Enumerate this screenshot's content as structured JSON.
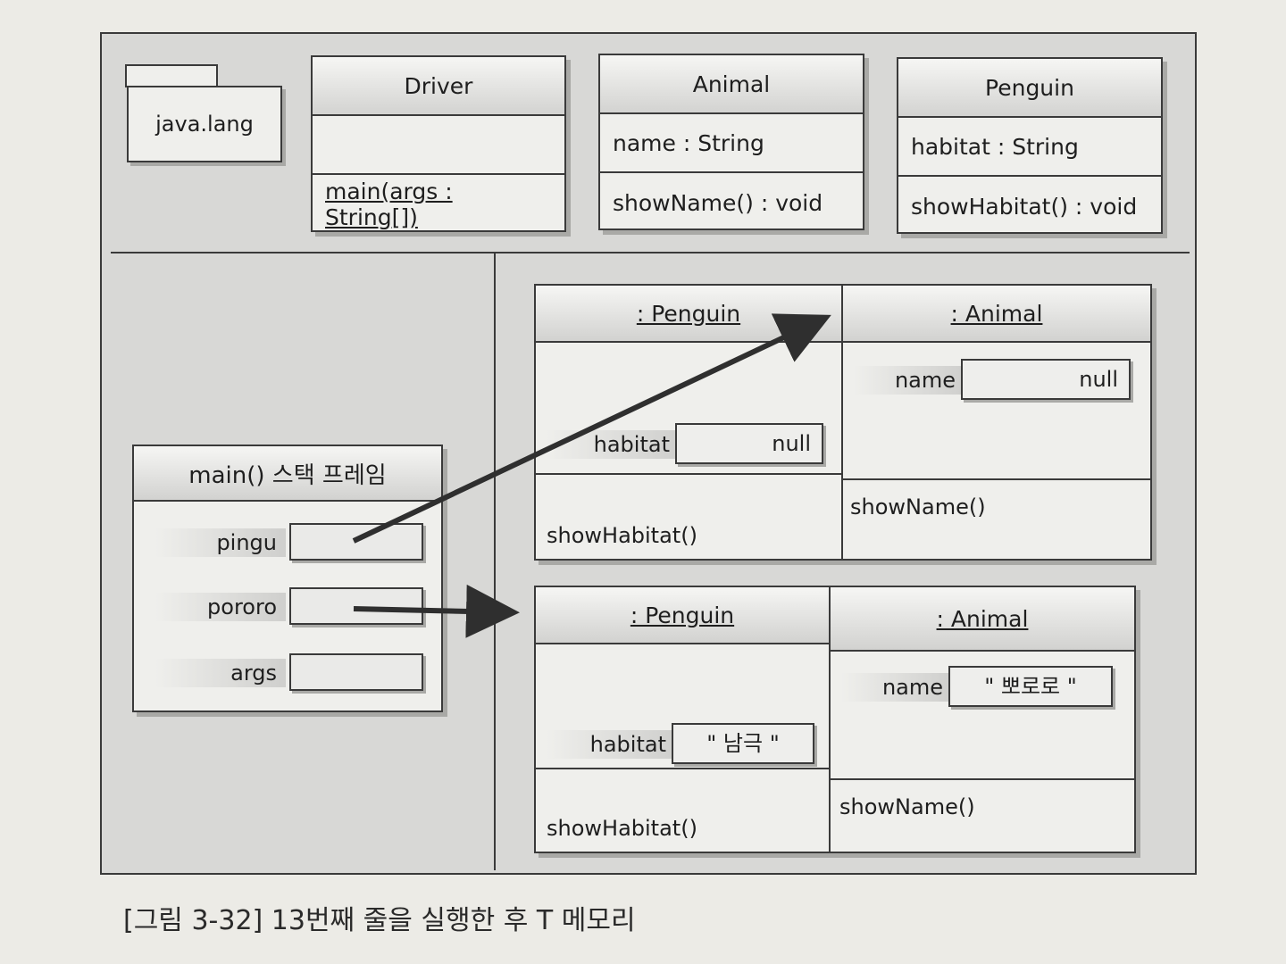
{
  "package": {
    "name": "java.lang"
  },
  "classes": {
    "driver": {
      "name": "Driver",
      "attribute": "",
      "operation": "main(args : String[])"
    },
    "animal": {
      "name": "Animal",
      "attribute": "name : String",
      "operation": "showName() : void"
    },
    "penguin": {
      "name": "Penguin",
      "attribute": "habitat : String",
      "operation": "showHabitat() : void"
    }
  },
  "stack_frame": {
    "title": "main() 스택 프레임",
    "vars": [
      "pingu",
      "pororo",
      "args"
    ]
  },
  "objects": [
    {
      "penguin_title": ": Penguin",
      "animal_title": ": Animal",
      "habitat_label": "habitat",
      "habitat_value": "null",
      "name_label": "name",
      "name_value": "null",
      "penguin_method": "showHabitat()",
      "animal_method": "showName()"
    },
    {
      "penguin_title": ": Penguin",
      "animal_title": ": Animal",
      "habitat_label": "habitat",
      "habitat_value": "\" 남극 \"",
      "name_label": "name",
      "name_value": "\" 뽀로로 \"",
      "penguin_method": "showHabitat()",
      "animal_method": "showName()"
    }
  ],
  "caption": "[그림 3-32] 13번째 줄을 실행한 후 T 메모리"
}
